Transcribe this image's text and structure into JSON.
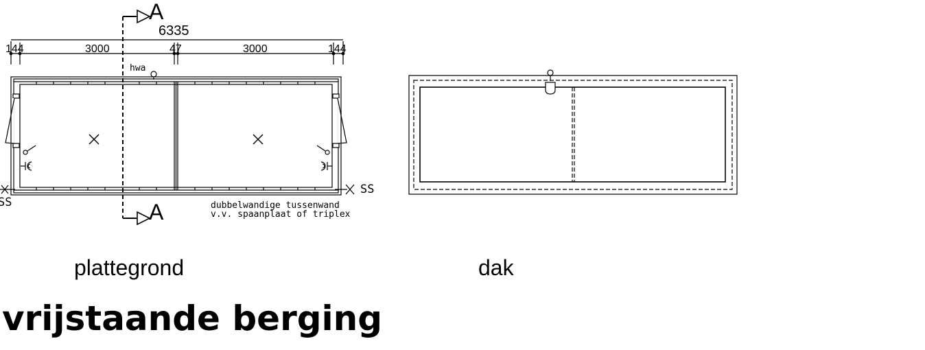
{
  "floor_plan": {
    "overall_dimension": "6335",
    "segment_dimensions": [
      "144",
      "3000",
      "47",
      "3000",
      "144"
    ],
    "section_marker": "A",
    "hwa_label": "hwa",
    "ss_label": "SS",
    "note_line1": "dubbelwandige tussenwand",
    "note_line2": "v.v. spaanplaat of triplex",
    "caption": "plattegrond"
  },
  "roof_plan": {
    "caption": "dak"
  },
  "title": "vrijstaande berging"
}
